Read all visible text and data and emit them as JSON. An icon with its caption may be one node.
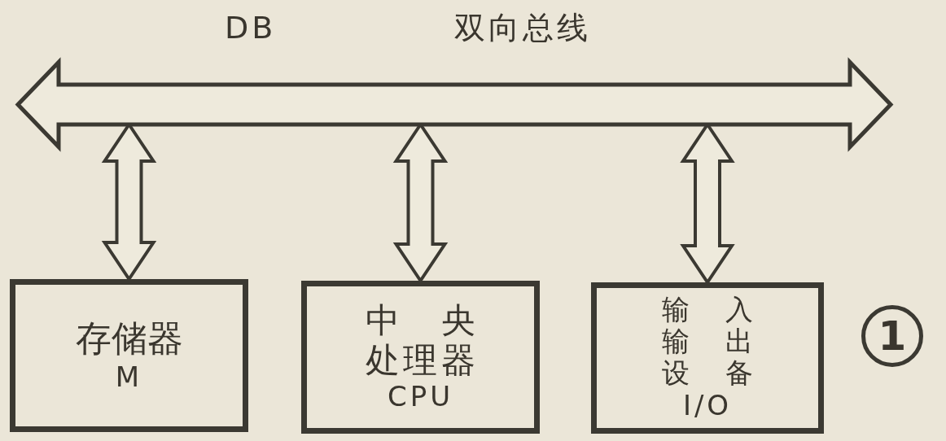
{
  "diagram": {
    "nodes": [
      {
        "text": [
          "DB",
          "双向总线"
        ]
      },
      {
        "text": [
          "存储器",
          "M"
        ]
      },
      {
        "text": [
          "中央处理器",
          "CPU"
        ]
      },
      {
        "text": [
          "输入输出设备",
          "I/O"
        ]
      },
      {
        "text": [
          "1"
        ]
      }
    ],
    "edges": [
      {
        "from": 0,
        "to": 1,
        "arrow": "both"
      },
      {
        "from": 0,
        "to": 2,
        "arrow": "both"
      },
      {
        "from": 0,
        "to": 3,
        "arrow": "both"
      }
    ]
  }
}
